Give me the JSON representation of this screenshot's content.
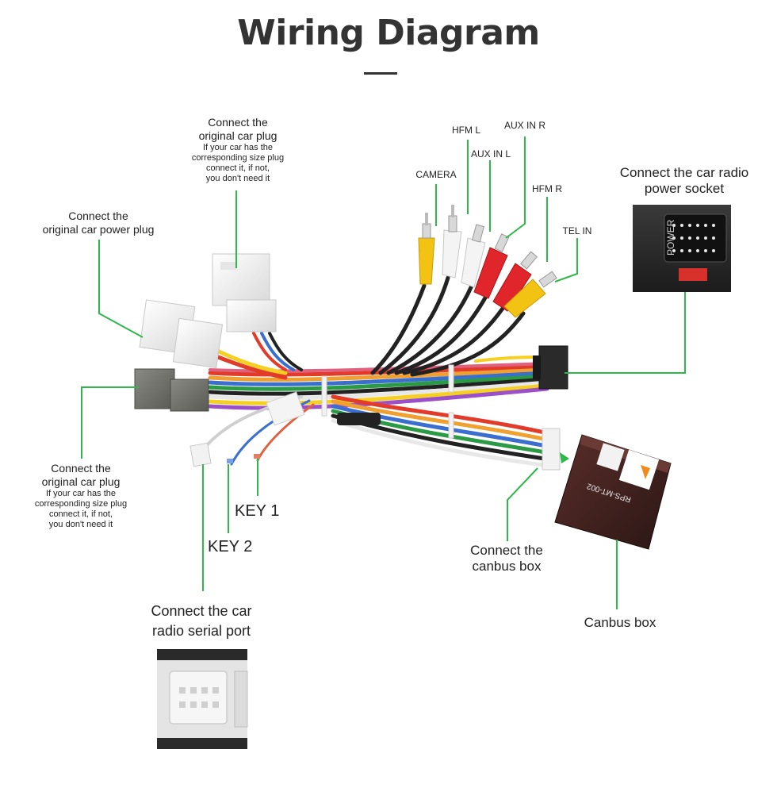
{
  "header": {
    "title": "Wiring Diagram"
  },
  "labels": {
    "orig_plug_top": {
      "line1": "Connect the",
      "line2": "original car plug",
      "sub1": "If your car has the",
      "sub2": "corresponding size plug",
      "sub3": "connect it, if not,",
      "sub4": "you don't need it"
    },
    "orig_power_plug": {
      "line1": "Connect the",
      "line2": "original car power plug"
    },
    "orig_plug_left": {
      "line1": "Connect the",
      "line2": "original car plug",
      "sub1": "If your car has the",
      "sub2": "corresponding size plug",
      "sub3": "connect it, if not,",
      "sub4": "you don't need it"
    },
    "camera": "CAMERA",
    "hfm_l": "HFM L",
    "aux_in_l": "AUX IN L",
    "aux_in_r": "AUX IN R",
    "hfm_r": "HFM R",
    "tel_in": "TEL IN",
    "radio_power": {
      "line1": "Connect the car radio",
      "line2": "power socket"
    },
    "key1": "KEY 1",
    "key2": "KEY 2",
    "serial_port": {
      "line1": "Connect the car",
      "line2": "radio  serial port"
    },
    "canbus_connect": {
      "line1": "Connect the",
      "line2": "canbus box"
    },
    "canbus_box": "Canbus box"
  },
  "photo_text": {
    "power": "POWER",
    "canbus_model": "RPS-MT-002"
  },
  "colors": {
    "leader": "#2fb84a",
    "title": "#333333"
  }
}
